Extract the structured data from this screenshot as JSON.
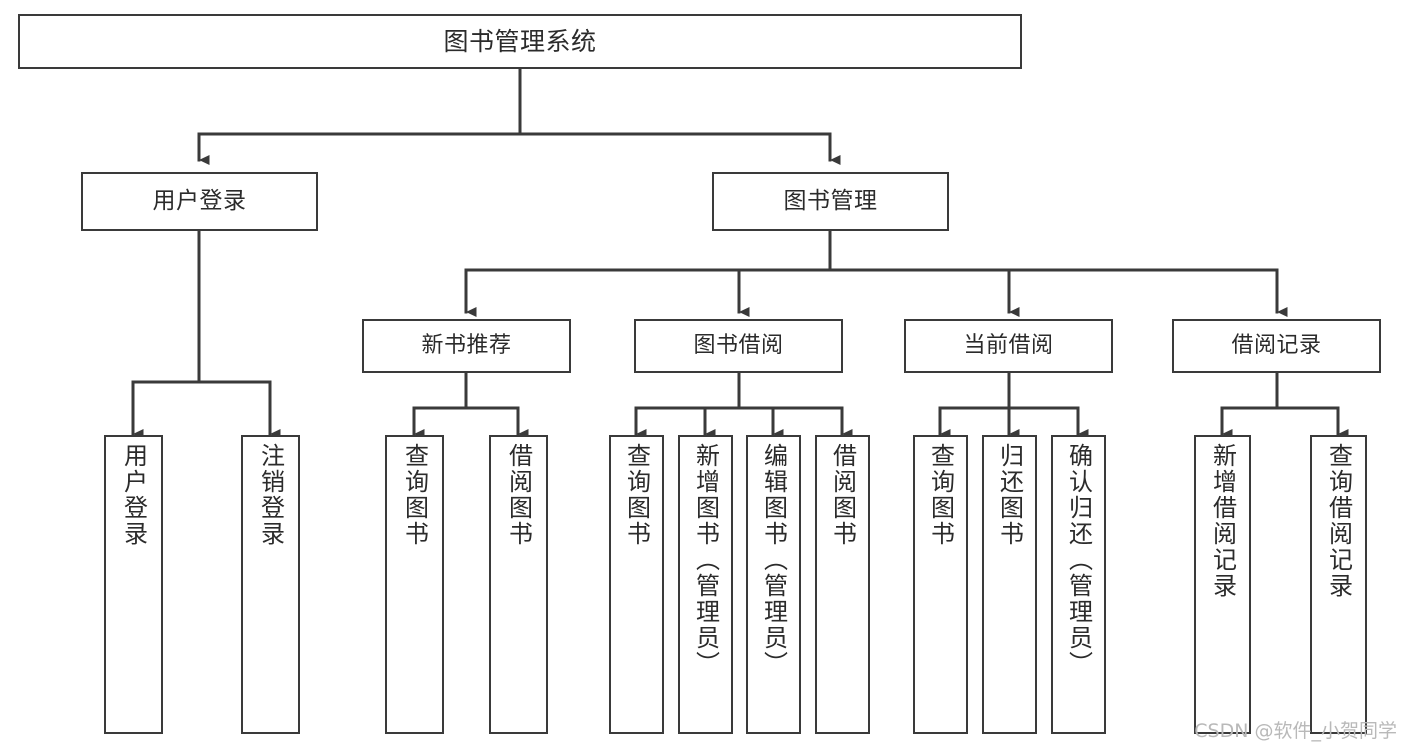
{
  "diagram": {
    "kind": "tree-hierarchy-chart",
    "title": "图书管理系统",
    "background_color": "#ffffff",
    "line_color": "#3a3a3a",
    "text_color": "#2b2b2b",
    "watermark": "CSDN @软件_小贺同学"
  },
  "nodes": {
    "root": {
      "label": "图书管理系统"
    },
    "level2": [
      {
        "id": "user-login",
        "label": "用户登录"
      },
      {
        "id": "book-manage",
        "label": "图书管理"
      }
    ],
    "level3": [
      {
        "id": "new-book-recommend",
        "label": "新书推荐"
      },
      {
        "id": "book-borrow",
        "label": "图书借阅"
      },
      {
        "id": "current-borrow",
        "label": "当前借阅"
      },
      {
        "id": "borrow-record",
        "label": "借阅记录"
      }
    ],
    "leaves": {
      "user-login": [
        {
          "id": "leaf-user-login",
          "label": "用户登录"
        },
        {
          "id": "leaf-logout",
          "label": "注销登录"
        }
      ],
      "new-book-recommend": [
        {
          "id": "leaf-query-book-1",
          "label": "查询图书"
        },
        {
          "id": "leaf-borrow-book-1",
          "label": "借阅图书"
        }
      ],
      "book-borrow": [
        {
          "id": "leaf-query-book-2",
          "label": "查询图书"
        },
        {
          "id": "leaf-add-book",
          "label": "新增图书（管理员）"
        },
        {
          "id": "leaf-edit-book",
          "label": "编辑图书（管理员）"
        },
        {
          "id": "leaf-borrow-book-2",
          "label": "借阅图书"
        }
      ],
      "current-borrow": [
        {
          "id": "leaf-query-book-3",
          "label": "查询图书"
        },
        {
          "id": "leaf-return-book",
          "label": "归还图书"
        },
        {
          "id": "leaf-confirm-return",
          "label": "确认归还（管理员）"
        }
      ],
      "borrow-record": [
        {
          "id": "leaf-add-record",
          "label": "新增借阅记录"
        },
        {
          "id": "leaf-query-record",
          "label": "查询借阅记录"
        }
      ]
    }
  }
}
